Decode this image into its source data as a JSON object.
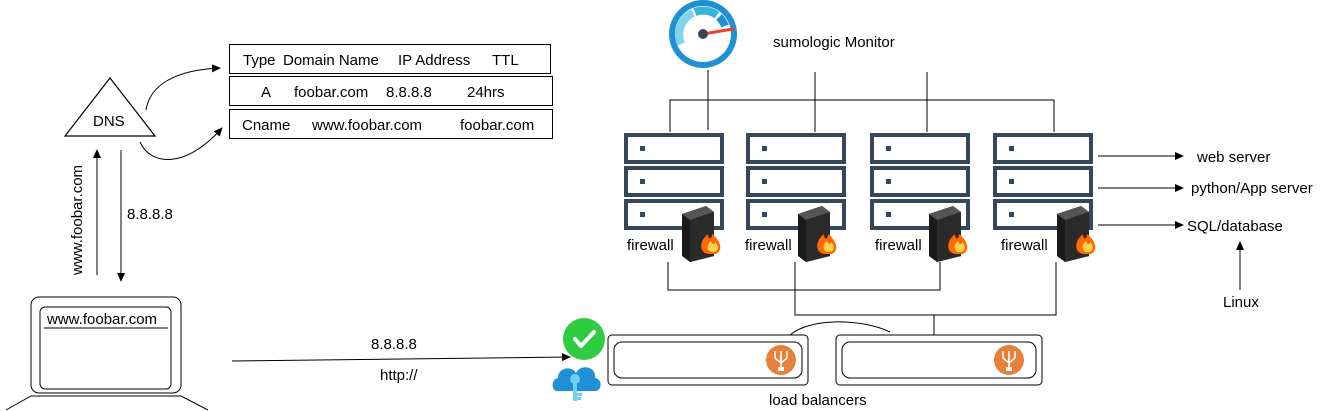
{
  "dns": {
    "label": "DNS",
    "query_label": "www.foobar.com",
    "answer_label": "8.8.8.8"
  },
  "dns_table": {
    "header": [
      "Type",
      "Domain Name",
      "IP Address",
      "TTL"
    ],
    "rows": [
      [
        "A",
        "foobar.com",
        "8.8.8.8",
        "24hrs"
      ],
      [
        "Cname",
        "www.foobar.com",
        "foobar.com"
      ]
    ]
  },
  "client": {
    "address_bar": "www.foobar.com"
  },
  "request": {
    "ip": "8.8.8.8",
    "protocol": "http://"
  },
  "monitor": {
    "label": "sumologic Monitor"
  },
  "servers": {
    "firewall_label": "firewall",
    "count": 4
  },
  "roles": [
    "web server",
    "python/App server",
    "SQL/database"
  ],
  "os_label": "Linux",
  "load_balancers_label": "load balancers",
  "colors": {
    "server_stroke": "#36465d",
    "gauge_blue": "#1e90d6",
    "check_green": "#2ecc40",
    "lb_orange": "#e8803a",
    "flame": "#ff6a00"
  }
}
